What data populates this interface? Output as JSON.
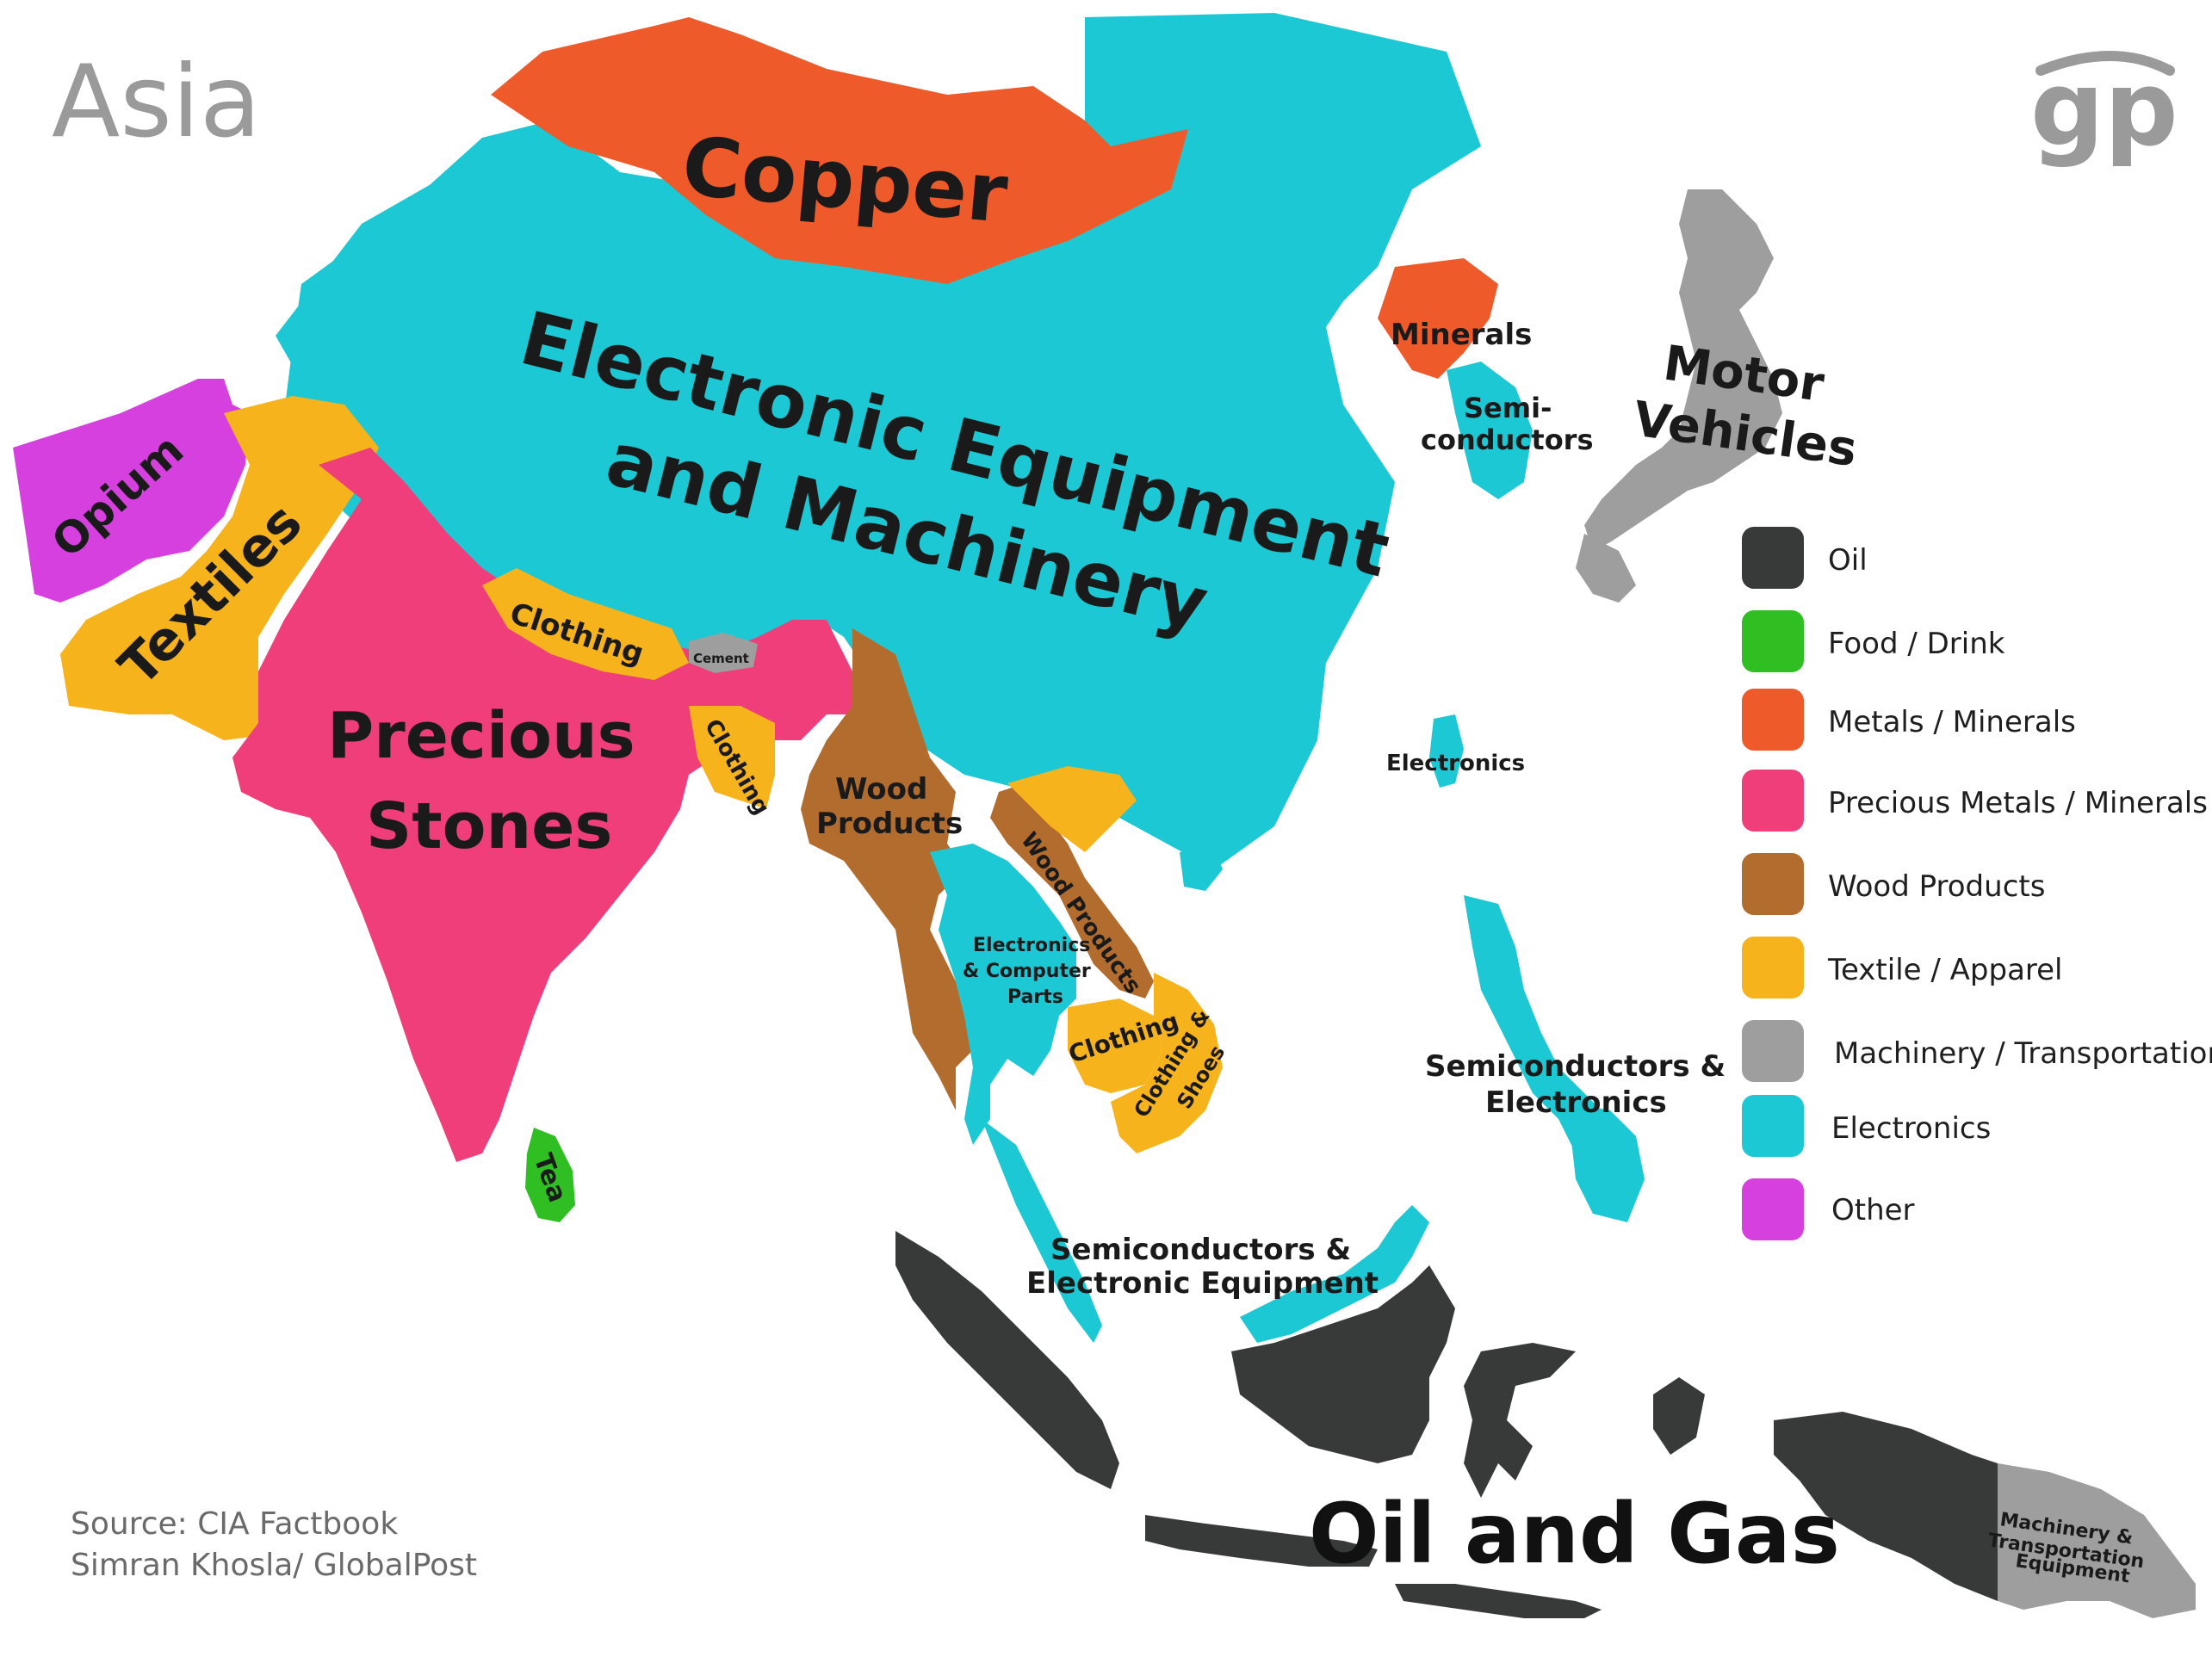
{
  "title": "Asia",
  "logo_text": "gp",
  "source_line1": "Source: CIA Factbook",
  "source_line2": "Simran Khosla/ GlobalPost",
  "colors": {
    "oil": "#373a38",
    "food": "#2fbf22",
    "metals": "#ee5a2a",
    "precious": "#f03e7a",
    "wood": "#b26d2e",
    "textile": "#f7b31b",
    "machinery": "#9e9e9e",
    "electronics": "#1cc8d4",
    "other": "#d640df"
  },
  "legend": [
    {
      "label": "Oil",
      "color": "#373a38"
    },
    {
      "label": "Food / Drink",
      "color": "#2fbf22"
    },
    {
      "label": "Metals / Minerals",
      "color": "#ee5a2a"
    },
    {
      "label": "Precious Metals / Minerals",
      "color": "#f03e7a"
    },
    {
      "label": "Wood Products",
      "color": "#b26d2e"
    },
    {
      "label": "Textile / Apparel",
      "color": "#f7b31b"
    },
    {
      "label": "Machinery / Transportation",
      "color": "#9e9e9e"
    },
    {
      "label": "Electronics",
      "color": "#1cc8d4"
    },
    {
      "label": "Other",
      "color": "#d640df"
    }
  ],
  "labels": {
    "copper": "Copper",
    "china_1": "Electronic Equipment",
    "china_2": "and Machinery",
    "opium": "Opium",
    "textiles": "Textiles",
    "precious_1": "Precious",
    "precious_2": "Stones",
    "clothing_nepal": "Clothing",
    "cement": "Cement",
    "clothing_bd": "Clothing",
    "wood_1": "Wood",
    "wood_2": "Products",
    "laos": "Wood Products",
    "thai_1": "Electronics",
    "thai_2": "& Computer",
    "thai_3": "Parts",
    "clothing_kh": "Clothing",
    "vn_1": "Clothing &",
    "vn_2": "Shoes",
    "tea": "Tea",
    "minerals": "Minerals",
    "semi_1": "Semi-",
    "semi_2": "conductors",
    "motor_1": "Motor",
    "motor_2": "Vehicles",
    "taiwan": "Electronics",
    "ph_1": "Semiconductors &",
    "ph_2": "Electronics",
    "my_1": "Semiconductors &",
    "my_2": "Electronic Equipment",
    "oil": "Oil and Gas",
    "png_1": "Machinery &",
    "png_2": "Transportation",
    "png_3": "Equipment"
  }
}
